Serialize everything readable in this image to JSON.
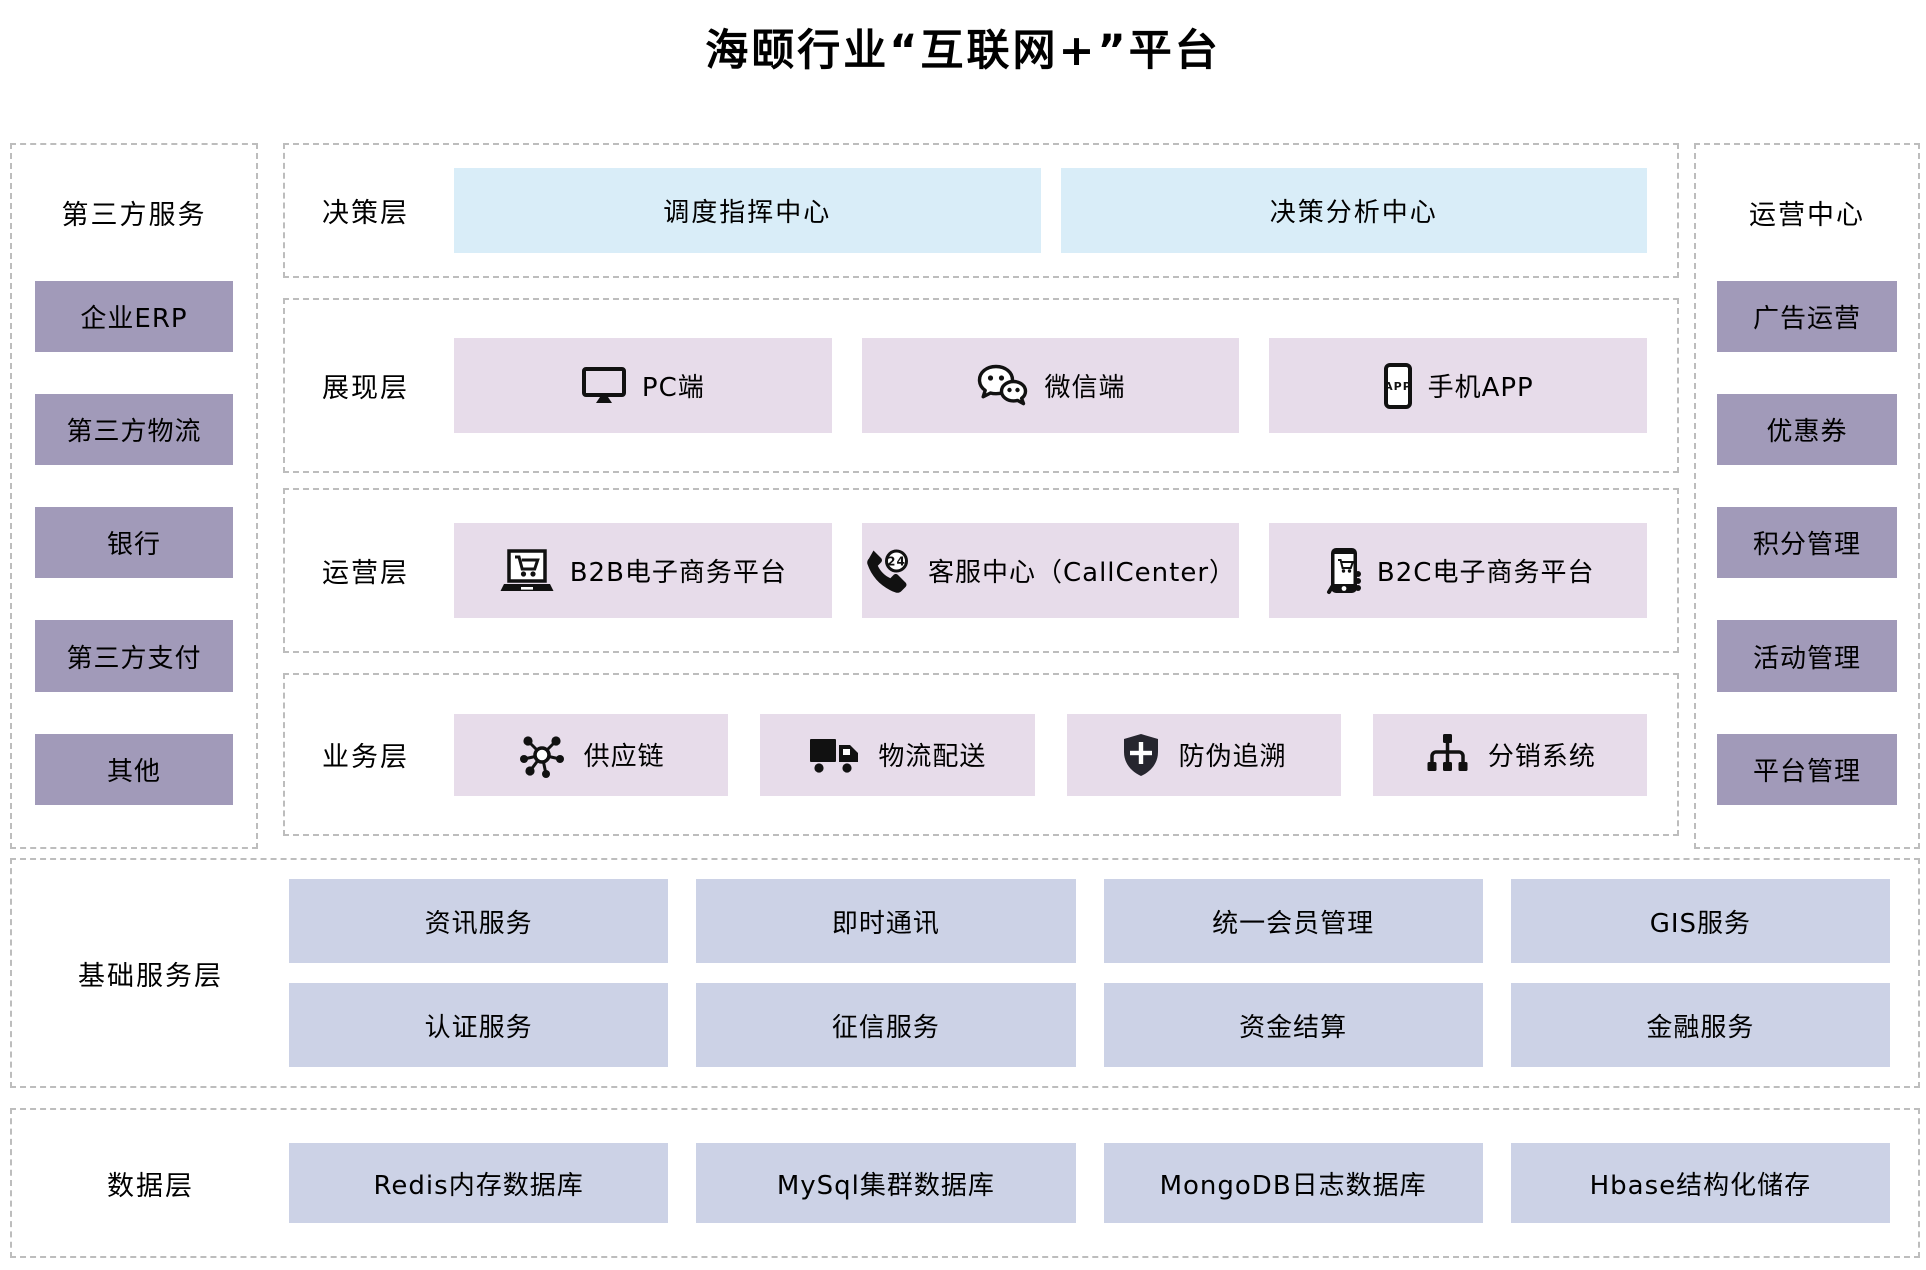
{
  "title": "海颐行业“互联网+”平台",
  "left_panel": {
    "header": "第三方服务",
    "items": [
      "企业ERP",
      "第三方物流",
      "银行",
      "第三方支付",
      "其他"
    ]
  },
  "right_panel": {
    "header": "运营中心",
    "items": [
      "广告运营",
      "优惠券",
      "积分管理",
      "活动管理",
      "平台管理"
    ]
  },
  "layers": [
    {
      "name": "决策层",
      "items": [
        {
          "label": "调度指挥中心"
        },
        {
          "label": "决策分析中心"
        }
      ]
    },
    {
      "name": "展现层",
      "items": [
        {
          "label": "PC端",
          "icon": "monitor-icon"
        },
        {
          "label": "微信端",
          "icon": "wechat-icon"
        },
        {
          "label": "手机APP",
          "icon": "mobile-app-icon"
        }
      ]
    },
    {
      "name": "运营层",
      "items": [
        {
          "label": "B2B电子商务平台",
          "icon": "laptop-cart-icon"
        },
        {
          "label": "客服中心（CallCenter）",
          "icon": "callcenter-24-icon"
        },
        {
          "label": "B2C电子商务平台",
          "icon": "mobile-shopping-icon"
        }
      ]
    },
    {
      "name": "业务层",
      "items": [
        {
          "label": "供应链",
          "icon": "supply-chain-icon"
        },
        {
          "label": "物流配送",
          "icon": "delivery-truck-icon"
        },
        {
          "label": "防伪追溯",
          "icon": "shield-icon"
        },
        {
          "label": "分销系统",
          "icon": "distribution-tree-icon"
        }
      ]
    }
  ],
  "base_service_layer": {
    "name": "基础服务层",
    "row1": [
      "资讯服务",
      "即时通讯",
      "统一会员管理",
      "GIS服务"
    ],
    "row2": [
      "认证服务",
      "征信服务",
      "资金结算",
      "金融服务"
    ]
  },
  "data_layer": {
    "name": "数据层",
    "items": [
      "Redis内存数据库",
      "MySql集群数据库",
      "MongoDB日志数据库",
      "Hbase结构化储存"
    ]
  },
  "colors": {
    "sidebar_box": "#a19ab9",
    "decision_box": "#d9edf8",
    "feature_box": "#e7dcea",
    "service_box": "#ccd2e6",
    "dashed_border": "#bdbdbd",
    "text": "#000000"
  }
}
